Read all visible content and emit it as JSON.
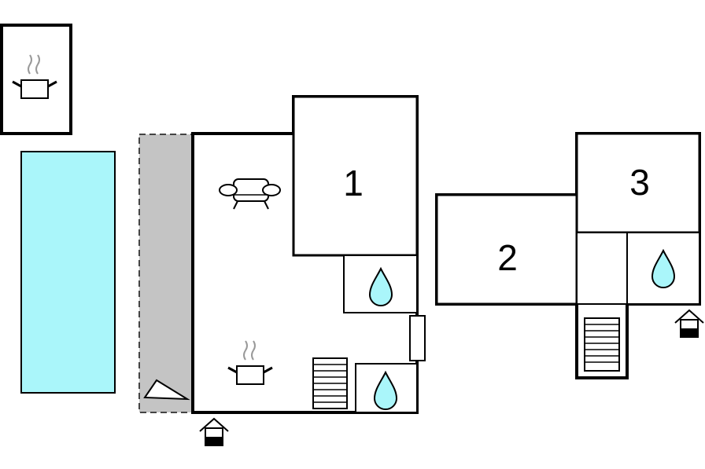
{
  "floorplan": {
    "rooms": [
      {
        "label": "1"
      },
      {
        "label": "2"
      },
      {
        "label": "3"
      }
    ],
    "icons": {
      "pool": "pool-rectangle",
      "terrace": "terrace-hatched",
      "outdoor_kitchen": "cooking-pot-icon",
      "living": "sofa-icon",
      "kitchen": "cooking-pot-icon",
      "bathroom": "water-drop-icon",
      "stairs": "stairs-icon",
      "entrance": "entrance-house-icon"
    },
    "colors": {
      "pool": "#aaf6fa",
      "water_drop": "#aaf6fa",
      "terrace": "#c4c4c4",
      "walls": "#000000"
    }
  }
}
